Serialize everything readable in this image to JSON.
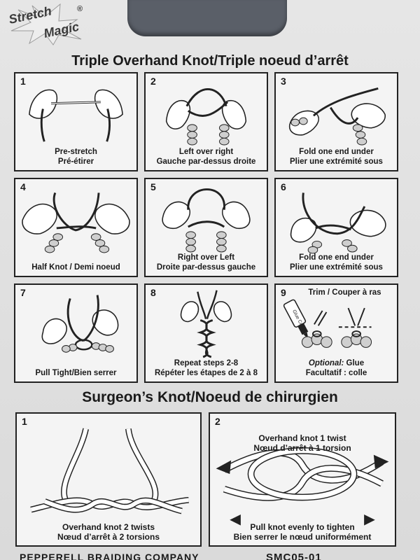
{
  "brand": {
    "line1": "Stretch",
    "line2": "Magic",
    "mark": "®"
  },
  "triple": {
    "title": "Triple Overhand Knot/Triple noeud d’arrêt",
    "steps": [
      {
        "num": "1",
        "cap1": "Pre-stretch",
        "cap2": "Pré-étirer"
      },
      {
        "num": "2",
        "cap1": "Left over right",
        "cap2": "Gauche par-dessus droite"
      },
      {
        "num": "3",
        "cap1": "Fold one end under",
        "cap2": "Plier une extrémité sous"
      },
      {
        "num": "4",
        "cap1": "Half Knot / Demi noeud",
        "cap2": ""
      },
      {
        "num": "5",
        "cap1": "Right over Left",
        "cap2": "Droite par-dessus  gauche"
      },
      {
        "num": "6",
        "cap1": "Fold one end under",
        "cap2": "Plier une extrémité sous"
      },
      {
        "num": "7",
        "cap1": "Pull Tight/Bien serrer",
        "cap2": ""
      },
      {
        "num": "8",
        "cap1": "Repeat steps 2-8",
        "cap2": "Répéter les étapes de 2 à 8"
      },
      {
        "num": "9",
        "top": "Trim / Couper à ras",
        "glue_label": "Glue Colle",
        "cap1_em": "Optional:",
        "cap1_rest": " Glue",
        "cap2": "Facultatif : colle"
      }
    ]
  },
  "surgeon": {
    "title": "Surgeon’s Knot/Noeud de chirurgien",
    "steps": [
      {
        "num": "1",
        "cap1": "Overhand knot 2 twists",
        "cap2": "Nœud d’arrêt à 2 torsions"
      },
      {
        "num": "2",
        "top1": "Overhand knot 1 twist",
        "top2": "Nœud d’arrêt à 1 torsion",
        "cap1": "Pull knot evenly to tighten",
        "cap2": "Bien serrer le nœud uniformément"
      }
    ]
  },
  "footer": {
    "company": "PEPPERELL BRAIDING COMPANY",
    "sku": "SMC05-01"
  }
}
